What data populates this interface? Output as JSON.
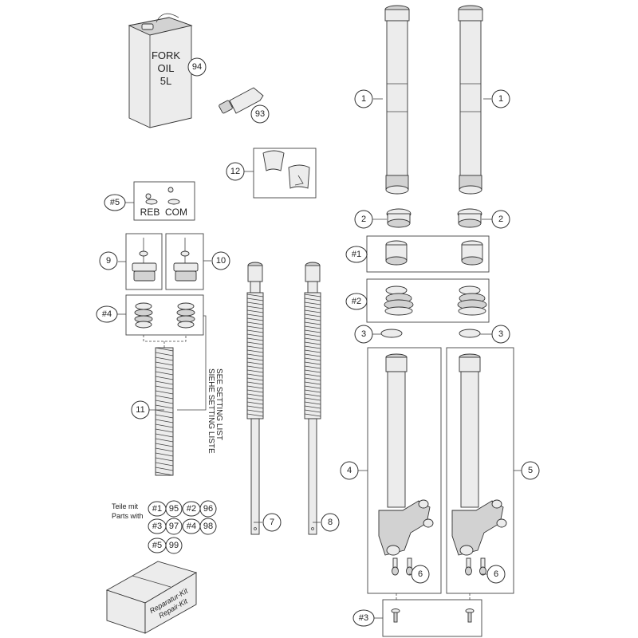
{
  "callouts": {
    "c94": "94",
    "c93": "93",
    "c12": "12",
    "c5set": "#5",
    "c9": "9",
    "c10": "10",
    "c4set": "#4",
    "c11": "11",
    "c1a": "1",
    "c1b": "1",
    "c2a": "2",
    "c2b": "2",
    "c1set": "#1",
    "c2set": "#2",
    "c3a": "3",
    "c3b": "3",
    "c4": "4",
    "c5": "5",
    "c6a": "6",
    "c6b": "6",
    "c7": "7",
    "c8": "8",
    "c3set": "#3"
  },
  "oil_can": {
    "line1": "FORK",
    "line2": "OIL",
    "line3": "5L"
  },
  "kit5": {
    "reb": "REB",
    "com": "COM"
  },
  "setting_list": {
    "de": "SIEHE SETTING LISTE",
    "en": "SEE SETTING LIST"
  },
  "parts_with": {
    "label_de": "Teile mit",
    "label_en": "Parts with",
    "pairs": [
      {
        "set": "#1",
        "part": "95"
      },
      {
        "set": "#2",
        "part": "96"
      },
      {
        "set": "#3",
        "part": "97"
      },
      {
        "set": "#4",
        "part": "98"
      },
      {
        "set": "#5",
        "part": "99"
      }
    ]
  },
  "repair_kit": {
    "de": "Reparatur-Kit",
    "en": "Repair-Kit"
  }
}
